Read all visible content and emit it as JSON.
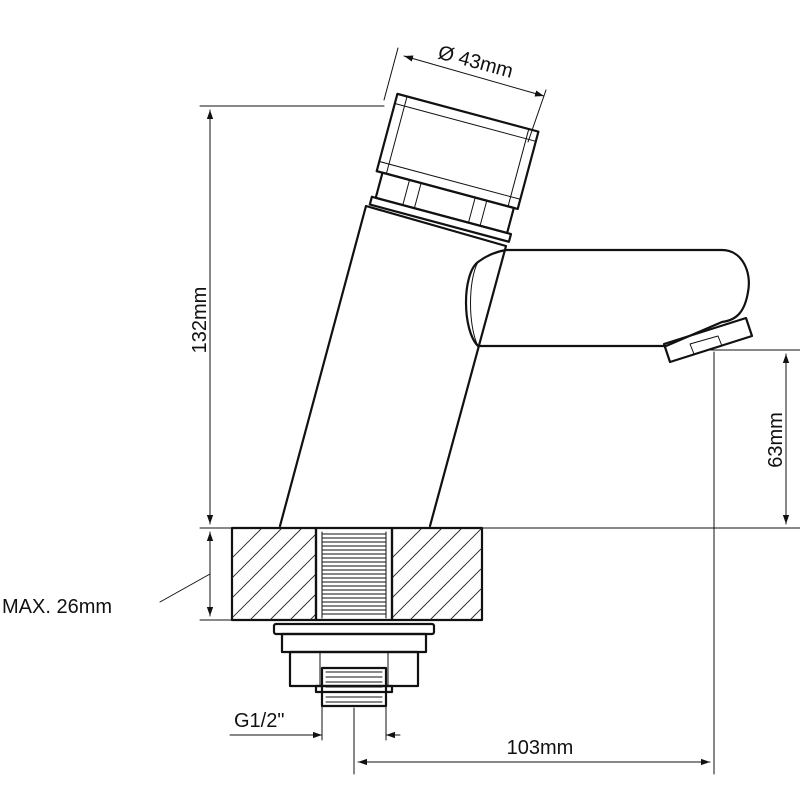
{
  "dimensions": {
    "button_diameter": "Ø 43mm",
    "total_height": "132mm",
    "spout_height": "63mm",
    "max_deck_thickness": "MAX. 26mm",
    "thread_size": "G1/2\"",
    "spout_reach": "103mm"
  },
  "colors": {
    "line": "#111111",
    "background": "#ffffff"
  }
}
